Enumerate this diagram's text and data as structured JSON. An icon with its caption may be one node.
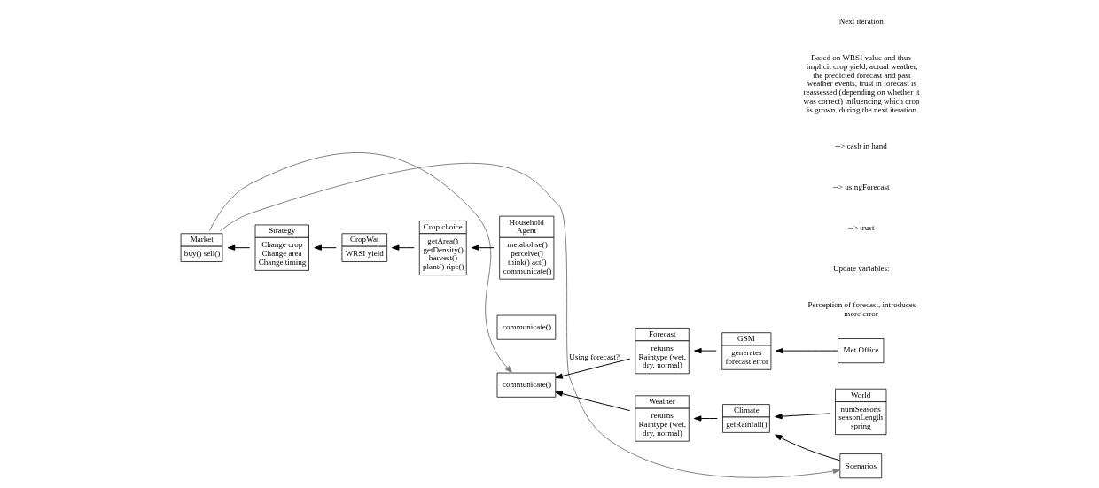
{
  "diagram": {
    "nodes": [
      {
        "text": [
          "Market",
          "buy() sell()"
        ]
      },
      {
        "text": [
          "Strategy",
          "Change crop Change area Change timing"
        ]
      },
      {
        "text": [
          "CropWat",
          "WRSI yield"
        ]
      },
      {
        "text": [
          "Crop choice",
          "getArea() getDensity() harvest() plant() ripe()"
        ]
      },
      {
        "text": [
          "Household Agent",
          "metabolise() perceive() think() act() communicate()"
        ]
      },
      {
        "text": [
          "communicate()"
        ]
      },
      {
        "text": [
          "communicate()"
        ]
      },
      {
        "text": [
          "Forecast",
          "returns Raintype (wet, dry, normal)"
        ]
      },
      {
        "text": [
          "GSM",
          "generates forecast error"
        ]
      },
      {
        "text": [
          "Met Office"
        ]
      },
      {
        "text": [
          "Weather",
          "returns Raintype (wet, dry, normal)"
        ]
      },
      {
        "text": [
          "Climate",
          "getRainfall()"
        ]
      },
      {
        "text": [
          "World",
          "numSeasons seasonLength spring"
        ]
      },
      {
        "text": [
          "Scenarios"
        ]
      }
    ],
    "edges": [
      {
        "from": 4,
        "to": 3,
        "arrow": "to"
      },
      {
        "from": 3,
        "to": 2,
        "arrow": "to"
      },
      {
        "from": 2,
        "to": 1,
        "arrow": "to"
      },
      {
        "from": 1,
        "to": 0,
        "arrow": "to"
      },
      {
        "from": 9,
        "to": 8,
        "arrow": "to"
      },
      {
        "from": 8,
        "to": 7,
        "arrow": "to"
      },
      {
        "from": 7,
        "to": 6,
        "arrow": "to",
        "label": "Using forecast?"
      },
      {
        "from": 12,
        "to": 11,
        "arrow": "to"
      },
      {
        "from": 11,
        "to": 10,
        "arrow": "to"
      },
      {
        "from": 10,
        "to": 6,
        "arrow": "to"
      },
      {
        "from": 13,
        "to": 11,
        "arrow": "to"
      },
      {
        "from": 0,
        "to": 6,
        "arrow": "to",
        "color": "#808080"
      },
      {
        "from": 0,
        "to": 13,
        "arrow": "to",
        "color": "#808080"
      }
    ],
    "labels": [
      "Perception of forecast, introduces more error",
      "Update variables:",
      "--> trust",
      "--> usingForecast",
      "--> cash in hand",
      "Based on WRSI value and thus implicit crop yield, actual weather, the predicted forecast and past weather events, trust in forecast is reassessed (depending on whether it was correct) influencing which crop is grown, during the next iteration",
      "Next iteration"
    ]
  }
}
